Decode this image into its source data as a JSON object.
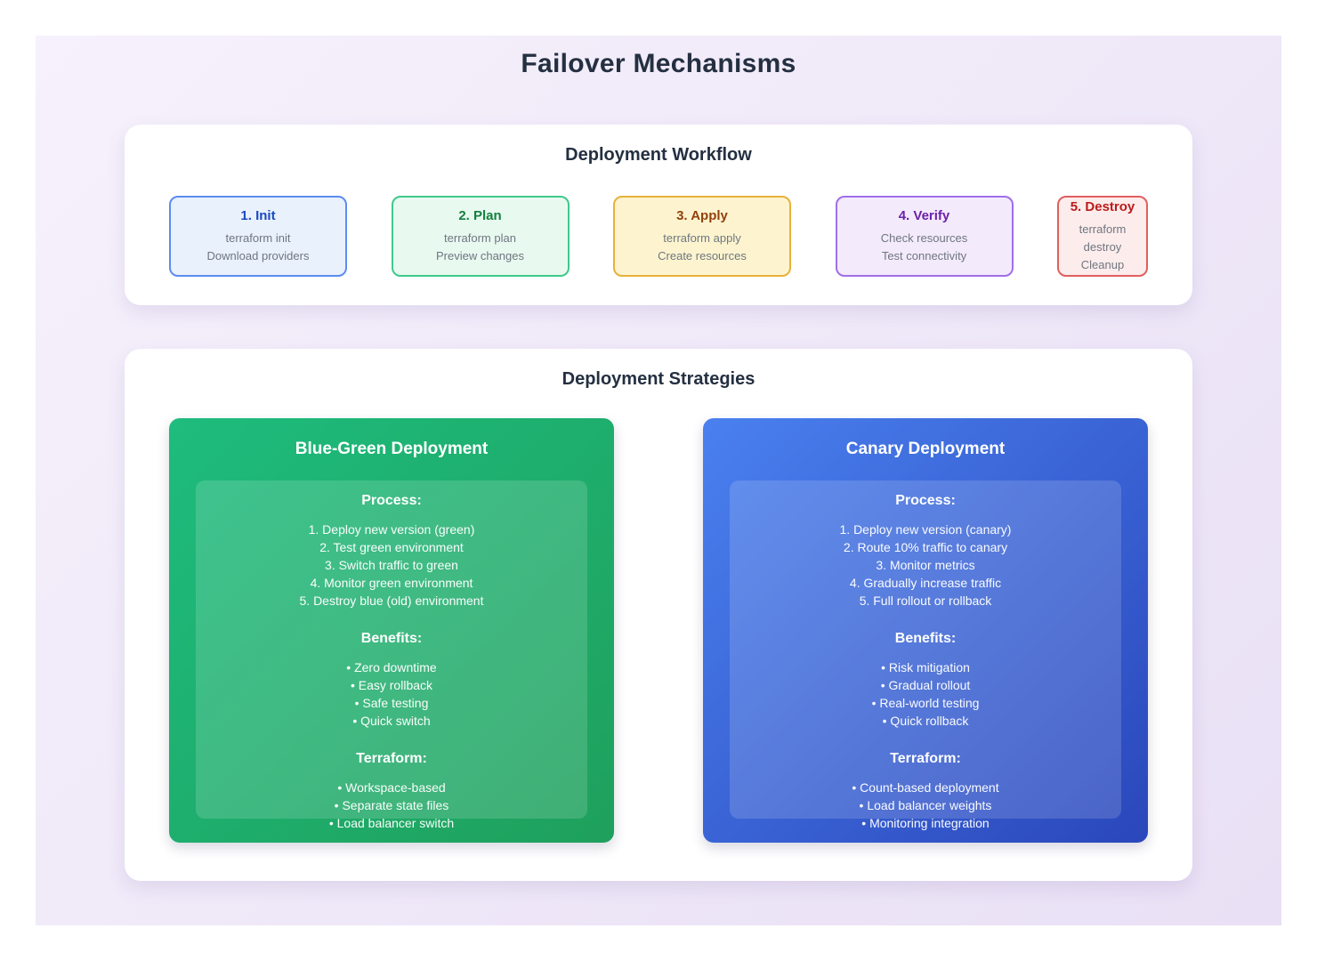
{
  "colors": {
    "page_bg_start": "#f6f1fc",
    "page_bg_end": "#e9e0f5",
    "heading_text": "#243041"
  },
  "page": {
    "title": "Failover Mechanisms"
  },
  "workflow": {
    "title": "Deployment Workflow",
    "steps": [
      {
        "title": "1. Init",
        "line1": "terraform init",
        "line2": "Download providers",
        "bg": "#e9f1fd",
        "border": "#5b8def",
        "title_color": "#1a49c0"
      },
      {
        "title": "2. Plan",
        "line1": "terraform plan",
        "line2": "Preview changes",
        "bg": "#e8f9f0",
        "border": "#3fc98a",
        "title_color": "#15803d"
      },
      {
        "title": "3. Apply",
        "line1": "terraform apply",
        "line2": "Create resources",
        "bg": "#fdf4cf",
        "border": "#e7b13c",
        "title_color": "#92400e"
      },
      {
        "title": "4. Verify",
        "line1": "Check resources",
        "line2": "Test connectivity",
        "bg": "#f3eafc",
        "border": "#a06fe8",
        "title_color": "#6b21a8"
      },
      {
        "title": "5. Destroy",
        "line1": "terraform destroy",
        "line2": "Cleanup",
        "bg": "#fdecec",
        "border": "#e05f5f",
        "title_color": "#b91c1c"
      }
    ]
  },
  "strategies": {
    "title": "Deployment Strategies",
    "cards": [
      {
        "title": "Blue-Green Deployment",
        "gradient_start": "#1ebc7e",
        "gradient_end": "#1fa05c",
        "process_heading": "Process:",
        "process_items": [
          "1. Deploy new version (green)",
          "2. Test green environment",
          "3. Switch traffic to green",
          "4. Monitor green environment",
          "5. Destroy blue (old) environment"
        ],
        "benefits_heading": "Benefits:",
        "benefits_items": [
          "• Zero downtime",
          "• Easy rollback",
          "• Safe testing",
          "• Quick switch"
        ],
        "terraform_heading": "Terraform:",
        "terraform_items": [
          "• Workspace-based",
          "• Separate state files",
          "• Load balancer switch"
        ]
      },
      {
        "title": "Canary Deployment",
        "gradient_start": "#4a80ef",
        "gradient_end": "#2a47bb",
        "process_heading": "Process:",
        "process_items": [
          "1. Deploy new version (canary)",
          "2. Route 10% traffic to canary",
          "3. Monitor metrics",
          "4. Gradually increase traffic",
          "5. Full rollout or rollback"
        ],
        "benefits_heading": "Benefits:",
        "benefits_items": [
          "• Risk mitigation",
          "• Gradual rollout",
          "• Real-world testing",
          "• Quick rollback"
        ],
        "terraform_heading": "Terraform:",
        "terraform_items": [
          "• Count-based deployment",
          "• Load balancer weights",
          "• Monitoring integration"
        ]
      }
    ]
  }
}
